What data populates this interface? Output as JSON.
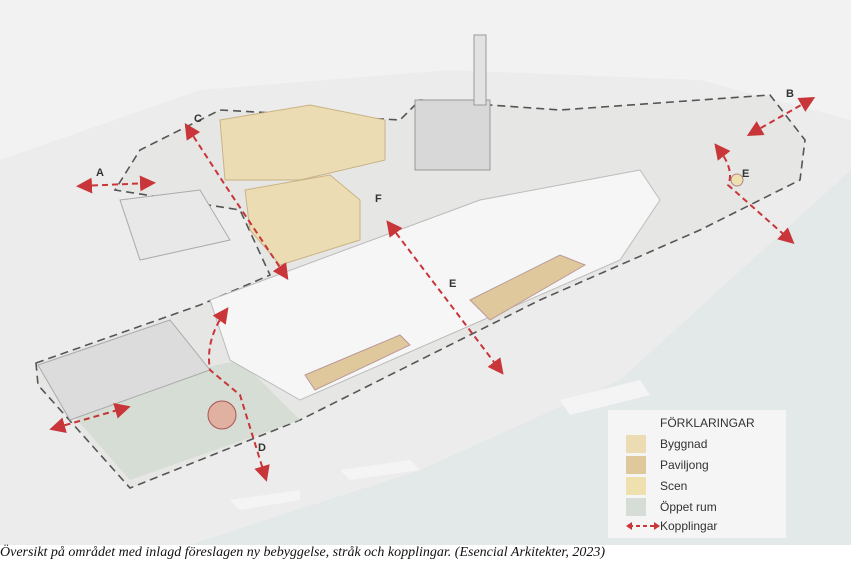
{
  "labels": {
    "a": "A",
    "b": "B",
    "c": "C",
    "d": "D",
    "e1": "E",
    "e2": "E",
    "f": "F"
  },
  "legend": {
    "title": "FÖRKLARINGAR",
    "items": [
      {
        "label": "Byggnad",
        "color": "#ecdcb4"
      },
      {
        "label": "Paviljong",
        "color": "#dfc89c"
      },
      {
        "label": "Scen",
        "color": "#efe0b0"
      },
      {
        "label": "Öppet rum",
        "color": "#d6ddd6"
      },
      {
        "label": "Kopplingar",
        "color": "#c8363a"
      }
    ]
  },
  "caption": "Översikt på området med inlagd föreslagen ny bebyggelse, stråk och kopplingar. (Esencial Arkitekter, 2023)"
}
